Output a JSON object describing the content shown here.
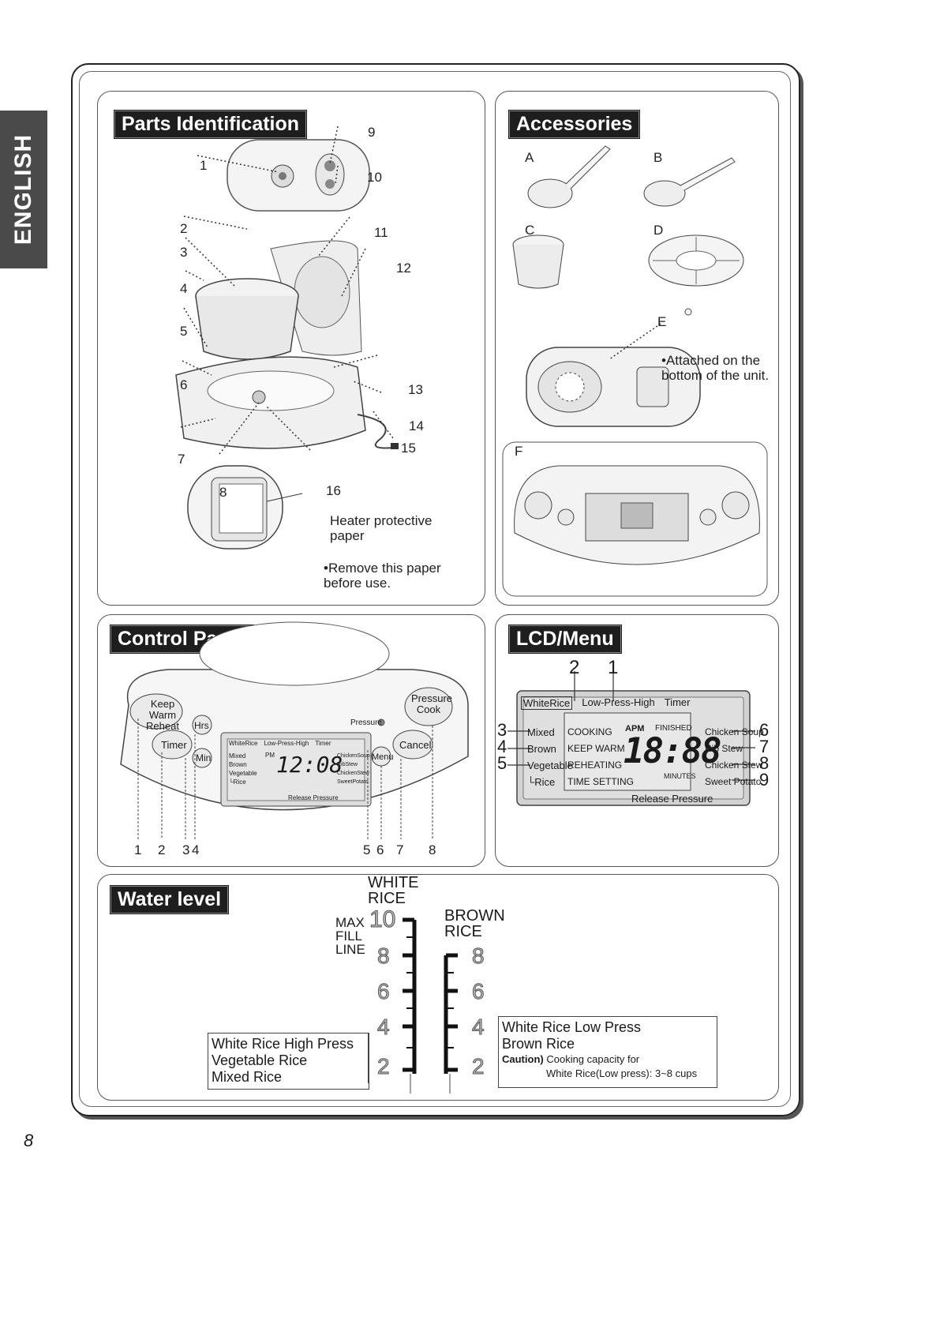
{
  "side_tab": "ENGLISH",
  "page_number": "8",
  "parts": {
    "title": "Parts Identification",
    "numbers": [
      "1",
      "2",
      "3",
      "4",
      "5",
      "6",
      "7",
      "8",
      "9",
      "10",
      "11",
      "12",
      "13",
      "14",
      "15",
      "16"
    ],
    "heater_label": "Heater protective paper",
    "remove_note": "•Remove this paper before use."
  },
  "accessories": {
    "title": "Accessories",
    "letters": [
      "A",
      "B",
      "C",
      "D",
      "E"
    ],
    "attached_note": "•Attached on the bottom of the unit.",
    "f_label": "F"
  },
  "control_panel": {
    "title": "Control Panel",
    "buttons": {
      "keep_warm": "Keep Warm",
      "reheat": "Reheat",
      "hrs": "Hrs",
      "timer": "Timer",
      "min": "Min",
      "pressure_cook_1": "Pressure",
      "pressure_cook_2": "Cook",
      "cancel": "Cancel",
      "menu": "Menu"
    },
    "pressure_indicator": "Pressure",
    "mini_lcd": {
      "time": "12:08",
      "top": [
        "WhiteRice",
        "Low-Press-High",
        "Timer"
      ],
      "left": [
        "Mixed",
        "Brown",
        "Vegetable",
        "└Rice"
      ],
      "right": [
        "ChickenSoup",
        "RibStew",
        "ChickenStew",
        "SweetPotato"
      ],
      "pm": "PM",
      "bottom": "Release Pressure"
    },
    "callouts": [
      "1",
      "2",
      "3",
      "4",
      "5",
      "6",
      "7",
      "8"
    ]
  },
  "lcd_menu": {
    "title": "LCD/Menu",
    "top_numbers": [
      "2",
      "1"
    ],
    "top": [
      "WhiteRice",
      "Low-Press-High",
      "Timer"
    ],
    "left": [
      "Mixed",
      "Brown",
      "Vegetable",
      "└Rice"
    ],
    "left_numbers": [
      "3",
      "4",
      "5"
    ],
    "status": [
      "COOKING",
      "KEEP WARM",
      "REHEATING",
      "TIME SETTING"
    ],
    "apm": "APM",
    "finished": "FINISHED",
    "time": "18:88",
    "minutes": "MINUTES",
    "right": [
      "Chicken Soup",
      "Rib Stew",
      "Chicken Stew",
      "Sweet Potato"
    ],
    "right_numbers": [
      "6",
      "7",
      "8",
      "9"
    ],
    "bottom": "Release Pressure"
  },
  "water_level": {
    "title": "Water level",
    "white_rice_header": "WHITE RICE",
    "brown_rice_header": "BROWN RICE",
    "max_fill": [
      "MAX",
      "FILL",
      "LINE"
    ],
    "white_marks": [
      "10",
      "8",
      "6",
      "4",
      "2"
    ],
    "brown_marks": [
      "8",
      "6",
      "4",
      "2"
    ],
    "left_box": [
      "White Rice High Press",
      "Vegetable Rice",
      "Mixed Rice"
    ],
    "right_box": [
      "White Rice Low Press",
      "Brown Rice"
    ],
    "caution_label": "Caution)",
    "caution_text": "Cooking capacity for",
    "caution_detail": "White Rice(Low press): 3~8 cups"
  }
}
